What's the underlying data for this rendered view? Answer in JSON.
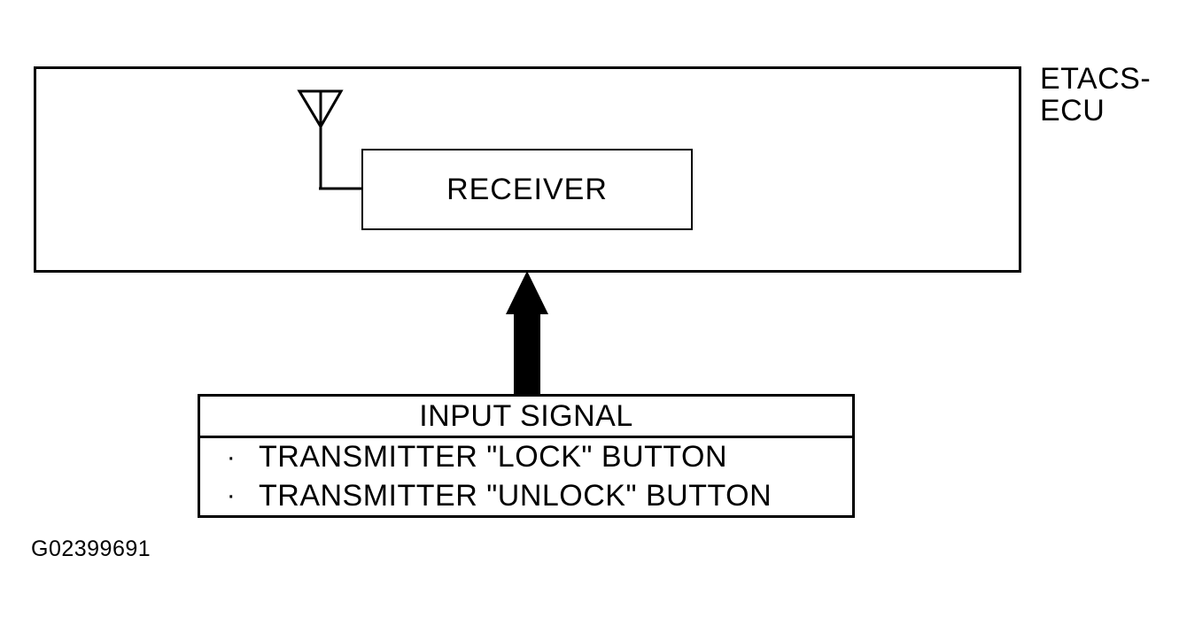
{
  "diagram": {
    "ecu_label_line1": "ETACS-",
    "ecu_label_line2": "ECU",
    "receiver_label": "RECEIVER",
    "input_signal": {
      "title": "INPUT SIGNAL",
      "items": [
        {
          "bullet": "·",
          "text": "TRANSMITTER \"LOCK\" BUTTON"
        },
        {
          "bullet": "·",
          "text": "TRANSMITTER \"UNLOCK\" BUTTON"
        }
      ]
    },
    "figure_code": "G02399691",
    "colors": {
      "line": "#000000",
      "background": "#ffffff"
    }
  }
}
